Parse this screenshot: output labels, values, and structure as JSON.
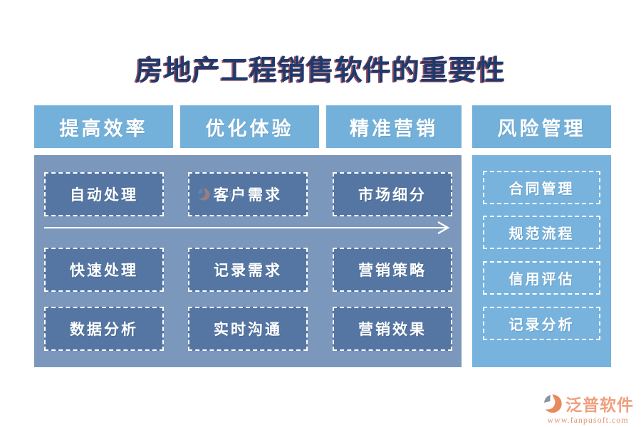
{
  "title": {
    "text": "房地产工程销售软件的重要性"
  },
  "columns": [
    {
      "header": "提高效率",
      "items": [
        "自动处理",
        "快速处理",
        "数据分析"
      ]
    },
    {
      "header": "优化体验",
      "items": [
        "客户需求",
        "记录需求",
        "实时沟通"
      ]
    },
    {
      "header": "精准营销",
      "items": [
        "市场细分",
        "营销策略",
        "营销效果"
      ]
    },
    {
      "header": "风险管理",
      "items": [
        "合同管理",
        "规范流程",
        "信用评估",
        "记录分析"
      ]
    }
  ],
  "watermark": {
    "brand": "泛普软件"
  },
  "footer": {
    "brand": "泛普软件",
    "url": "www.fanpusoft.com"
  },
  "icons": {
    "flow_arrow": "right-arrow-icon",
    "logo": "fanpu-logo-icon"
  },
  "colors": {
    "header_blue": "#74B1DA",
    "right_panel_blue": "#77B3DC",
    "left_panel_slate": "#7C97BC",
    "inner_box_blue": "#5576A3",
    "title_navy": "#1E3A6E",
    "title_shadow_red": "#8C2F3E",
    "brand_salmon": "#EE9F7E",
    "url_salmon": "#DE9878",
    "logo_gray": "#8C93A0",
    "logo_orange": "#E9895E"
  }
}
